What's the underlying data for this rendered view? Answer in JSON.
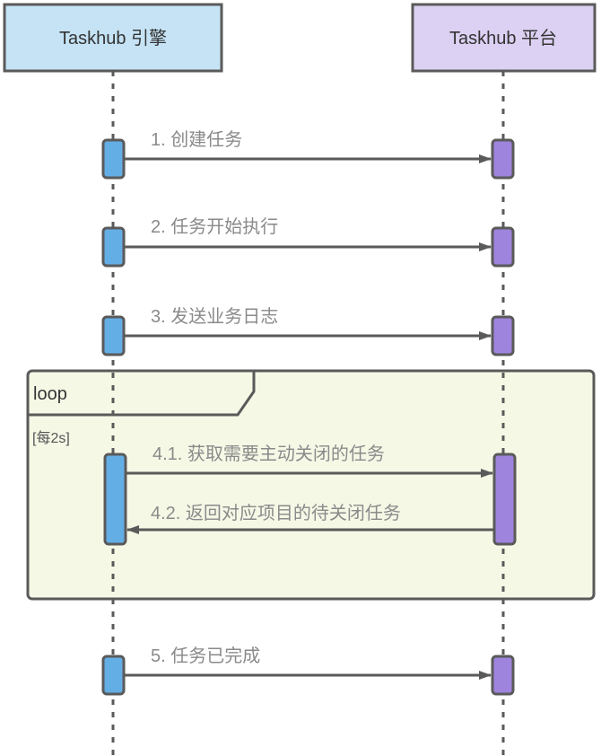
{
  "participants": [
    {
      "id": "engine",
      "label": "Taskhub 引擎",
      "fill": "#c5e3f5",
      "activation_fill": "#64aee6"
    },
    {
      "id": "platform",
      "label": "Taskhub 平台",
      "fill": "#dcd1f3",
      "activation_fill": "#9f84dd"
    }
  ],
  "messages": [
    {
      "label": "1. 创建任务",
      "from": "engine",
      "to": "platform"
    },
    {
      "label": "2. 任务开始执行",
      "from": "engine",
      "to": "platform"
    },
    {
      "label": "3. 发送业务日志",
      "from": "engine",
      "to": "platform"
    },
    {
      "label": "4.1. 获取需要主动关闭的任务",
      "from": "engine",
      "to": "platform"
    },
    {
      "label": "4.2. 返回对应项目的待关闭任务",
      "from": "platform",
      "to": "engine"
    },
    {
      "label": "5. 任务已完成",
      "from": "engine",
      "to": "platform"
    }
  ],
  "loop": {
    "label": "loop",
    "guard": "[每2s]",
    "fill": "#f6f8e6"
  },
  "colors": {
    "stroke": "#5a5a5a",
    "message_text": "#8a8a8a"
  }
}
